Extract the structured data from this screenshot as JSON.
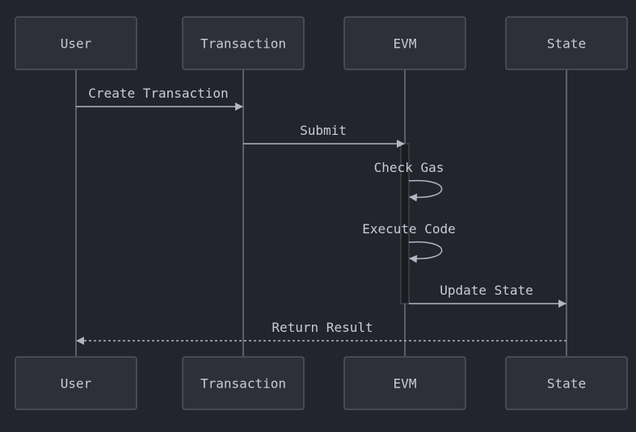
{
  "participants": [
    {
      "id": "user",
      "label": "User"
    },
    {
      "id": "transaction",
      "label": "Transaction"
    },
    {
      "id": "evm",
      "label": "EVM"
    },
    {
      "id": "state",
      "label": "State"
    }
  ],
  "messages": [
    {
      "from": "user",
      "to": "transaction",
      "label": "Create Transaction",
      "style": "solid"
    },
    {
      "from": "transaction",
      "to": "evm",
      "label": "Submit",
      "style": "solid"
    },
    {
      "from": "evm",
      "to": "evm",
      "label": "Check Gas",
      "style": "self"
    },
    {
      "from": "evm",
      "to": "evm",
      "label": "Execute Code",
      "style": "self"
    },
    {
      "from": "evm",
      "to": "state",
      "label": "Update State",
      "style": "solid"
    },
    {
      "from": "state",
      "to": "user",
      "label": "Return Result",
      "style": "dotted"
    }
  ],
  "colors": {
    "background": "#23252e",
    "actor_fill": "#2d3039",
    "actor_border": "#50545f",
    "line": "#b2b6c0",
    "text": "#c9ccd4",
    "activation": "#1a1c20"
  }
}
